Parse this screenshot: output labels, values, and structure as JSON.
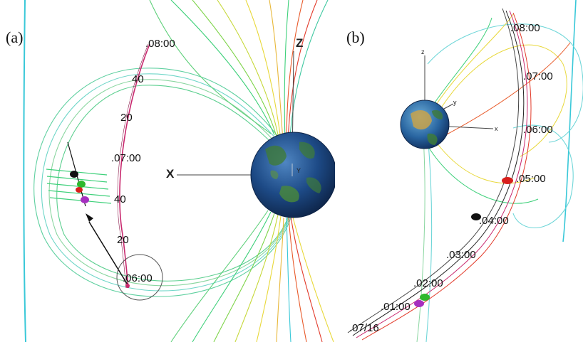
{
  "figure": {
    "panels": [
      {
        "label": "(a)",
        "axes": {
          "z": "Z",
          "x": "X",
          "y": "Y"
        },
        "time_ticks": [
          ".08:00",
          "40",
          "20",
          ".07:00",
          "40",
          "20",
          ".06:00"
        ]
      },
      {
        "label": "(b)",
        "axes": {
          "z": "z",
          "y": "y",
          "x": "x"
        },
        "time_ticks": [
          ".08:00",
          ".07:00",
          ".06:00",
          ".05:00",
          ".04:00",
          ".03:00",
          ".02:00",
          ".01:00",
          ".07/16"
        ]
      }
    ],
    "colors": {
      "orbit": "#c8286e",
      "field_low": "#e23a2a",
      "field_mid": "#e8d83a",
      "field_high": "#3ed07a",
      "field_outer": "#39c8d8",
      "loop": "#6fd6c8",
      "earth_ocean": "#1d4a86",
      "earth_land": "#3e7b3a"
    },
    "markers": [
      {
        "name": "black-spacecraft",
        "color": "#111111"
      },
      {
        "name": "red-spacecraft",
        "color": "#d8201c"
      },
      {
        "name": "green-spacecraft",
        "color": "#2db82d"
      },
      {
        "name": "magenta-spacecraft",
        "color": "#a62fc0"
      }
    ]
  }
}
